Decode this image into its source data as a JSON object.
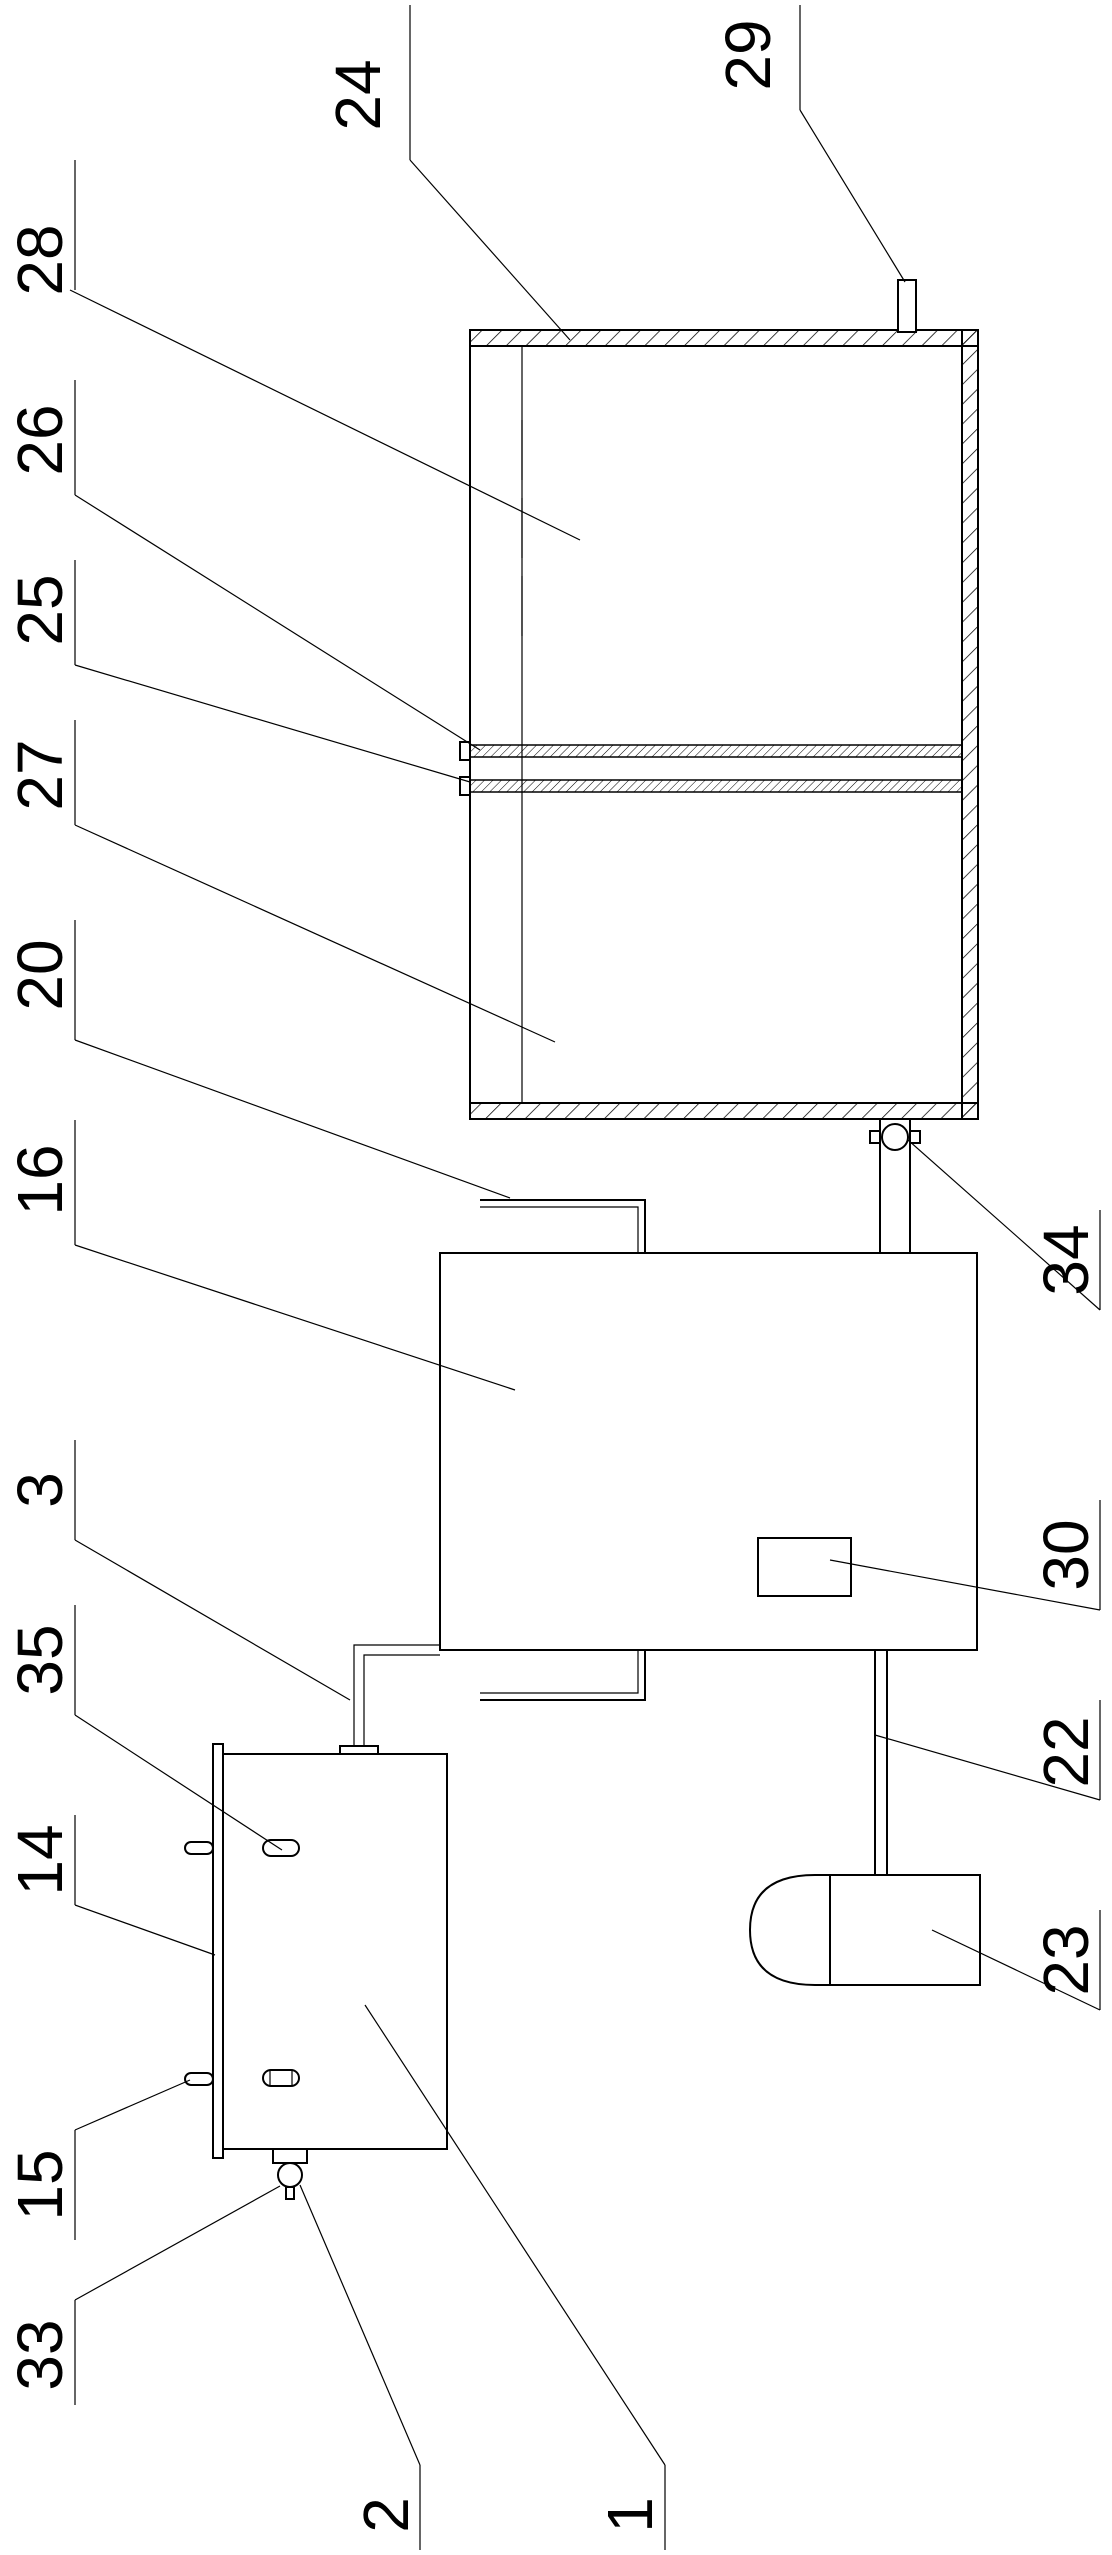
{
  "labels": {
    "l1": "1",
    "l2": "2",
    "l3": "3",
    "l14": "14",
    "l15": "15",
    "l16": "16",
    "l20": "20",
    "l22": "22",
    "l23": "23",
    "l24": "24",
    "l25": "25",
    "l26": "26",
    "l27": "27",
    "l28": "28",
    "l29": "29",
    "l30": "30",
    "l33": "33",
    "l34": "34",
    "l35": "35"
  }
}
